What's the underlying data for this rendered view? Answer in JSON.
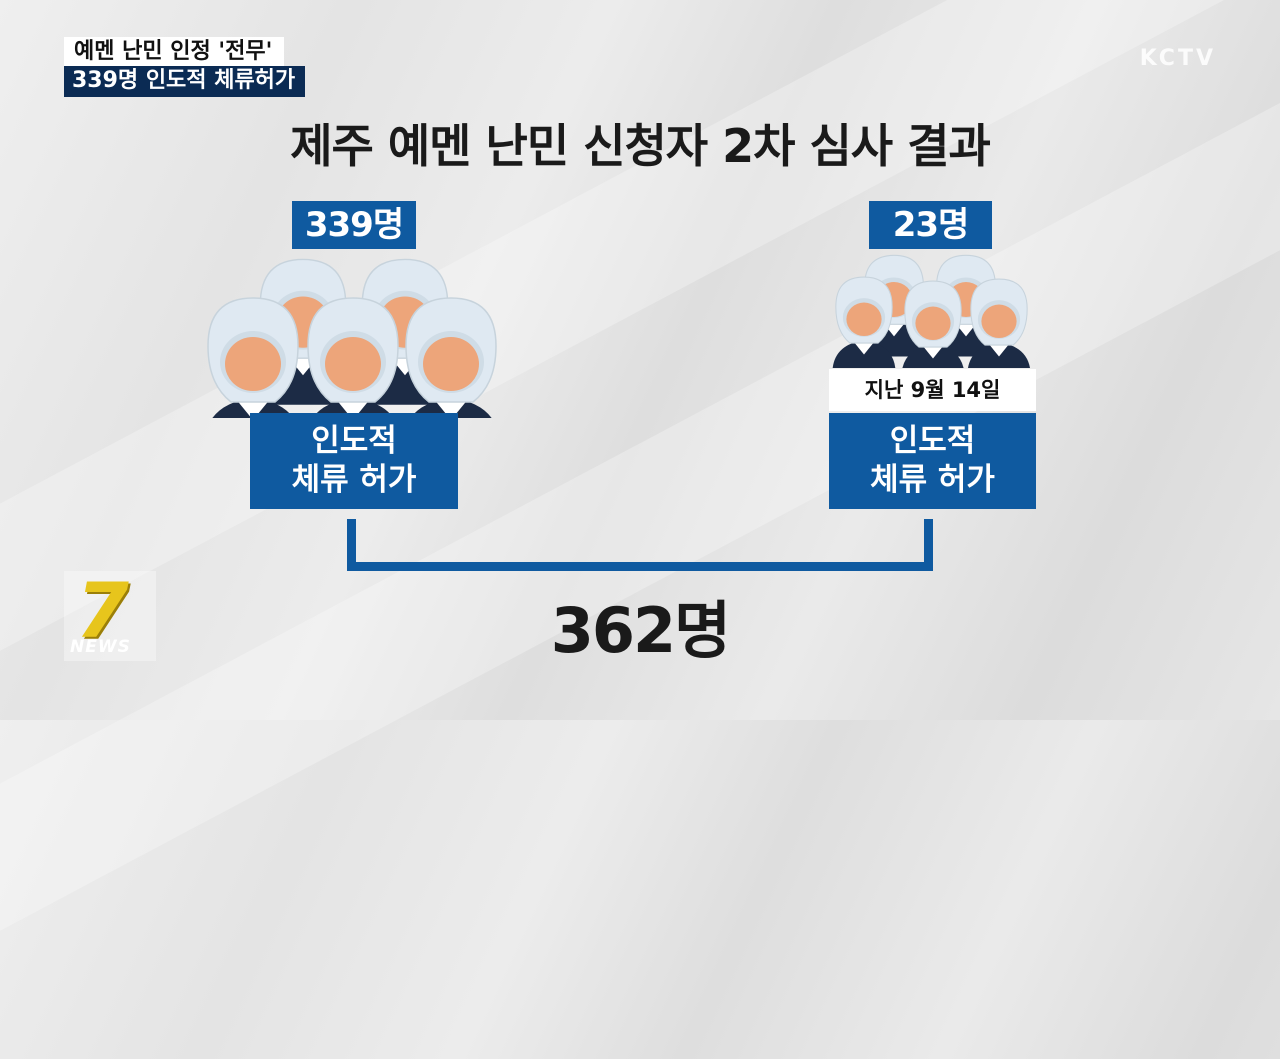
{
  "caption": {
    "line1": "예멘 난민 인정 '전무'",
    "line2": "339명 인도적 체류허가"
  },
  "broadcaster": "KCTV",
  "title": "제주 예멘 난민 신청자 2차 심사 결과",
  "left_group": {
    "count": "339명",
    "status_line1": "인도적",
    "status_line2": "체류 허가"
  },
  "right_group": {
    "count": "23명",
    "date": "지난 9월 14일",
    "status_line1": "인도적",
    "status_line2": "체류 허가"
  },
  "total": "362명",
  "program_logo": {
    "number": "7",
    "word": "NEWS"
  },
  "colors": {
    "accent_blue": "#0f5aa0",
    "caption_navy": "#0b2b54",
    "hood": "#dfe9f2",
    "face": "#eda57a",
    "shoulders": "#1c2b45",
    "logo_yellow": "#e7c51c"
  },
  "icons": [
    "person-icon"
  ]
}
